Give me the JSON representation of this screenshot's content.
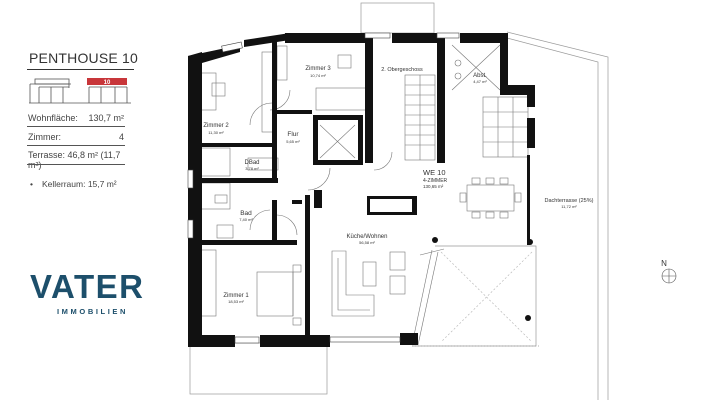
{
  "sidebar": {
    "title": "PENTHOUSE 10",
    "unit_marker": "10",
    "specs": [
      {
        "label": "Wohnfläche:",
        "value": "130,7 m²"
      },
      {
        "label": "Zimmer:",
        "value": "4"
      },
      {
        "label": "Terrasse: 46,8 m² (11,7 m²)",
        "value": ""
      }
    ],
    "extras": [
      "Kellerraum: 15,7 m²"
    ],
    "bullet_glyph": "•"
  },
  "brand": {
    "name": "VATER",
    "tagline": "IMMOBILIEN",
    "color": "#1d4f6b"
  },
  "colors": {
    "accent_red": "#c8363a",
    "wall": "#111111",
    "line": "#888888"
  },
  "floorplan": {
    "unit": {
      "name": "WE 10",
      "type": "4-ZIMMER",
      "area": "130,65 m²"
    },
    "rooms": [
      {
        "name": "Zimmer 3",
        "area": "10,74 m²"
      },
      {
        "name": "Zimmer 2",
        "area": "11,30 m²"
      },
      {
        "name": "Flur",
        "area": "5,65 m²"
      },
      {
        "name": "DBad",
        "area": "3,78 m²"
      },
      {
        "name": "Bad",
        "area": "7,40 m²"
      },
      {
        "name": "Zimmer 1",
        "area": "18,53 m²"
      },
      {
        "name": "Küche/Wohnen",
        "area": "56,58 m²"
      },
      {
        "name": "Abst.",
        "area": "4,47 m²"
      },
      {
        "name": "Dachterrasse (25%)",
        "area": "11,72 m²"
      }
    ],
    "staircase_label": "2. Obergeschoss",
    "compass_label": "N"
  }
}
